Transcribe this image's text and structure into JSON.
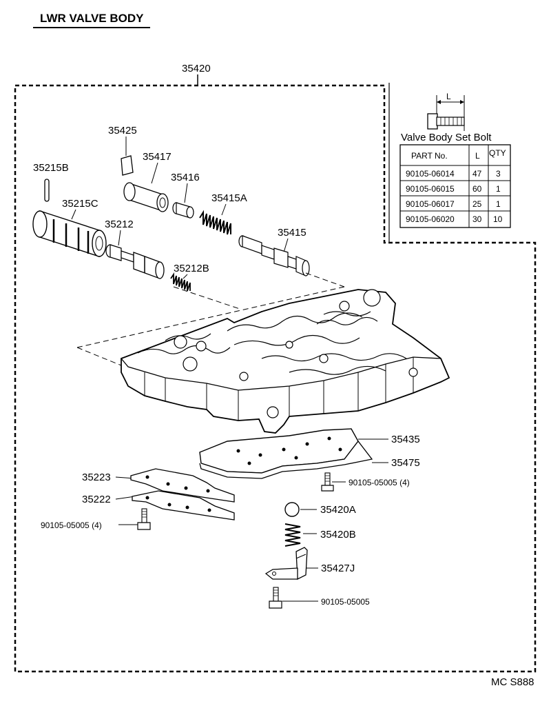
{
  "title": "LWR VALVE BODY",
  "assembly_number": "35420",
  "footer_code": "MC S888",
  "bolt_table": {
    "dimension_label": "L",
    "caption": "Valve Body Set Bolt",
    "headers": [
      "PART No.",
      "L",
      "QTY"
    ],
    "rows": [
      [
        "90105-06014",
        "47",
        "3"
      ],
      [
        "90105-06015",
        "60",
        "1"
      ],
      [
        "90105-06017",
        "25",
        "1"
      ],
      [
        "90105-06020",
        "30",
        "10"
      ]
    ]
  },
  "part_labels": {
    "p35425": "35425",
    "p35417": "35417",
    "p35215B": "35215B",
    "p35416": "35416",
    "p35215C": "35215C",
    "p35415A": "35415A",
    "p35212": "35212",
    "p35415": "35415",
    "p35212B": "35212B",
    "p35435": "35435",
    "p35475": "35475",
    "bolt_right": "90105-05005 (4)",
    "p35223": "35223",
    "p35222": "35222",
    "bolt_left": "90105-05005 (4)",
    "p35420A": "35420A",
    "p35420B": "35420B",
    "p35427J": "35427J",
    "bolt_bottom": "90105-05005"
  }
}
